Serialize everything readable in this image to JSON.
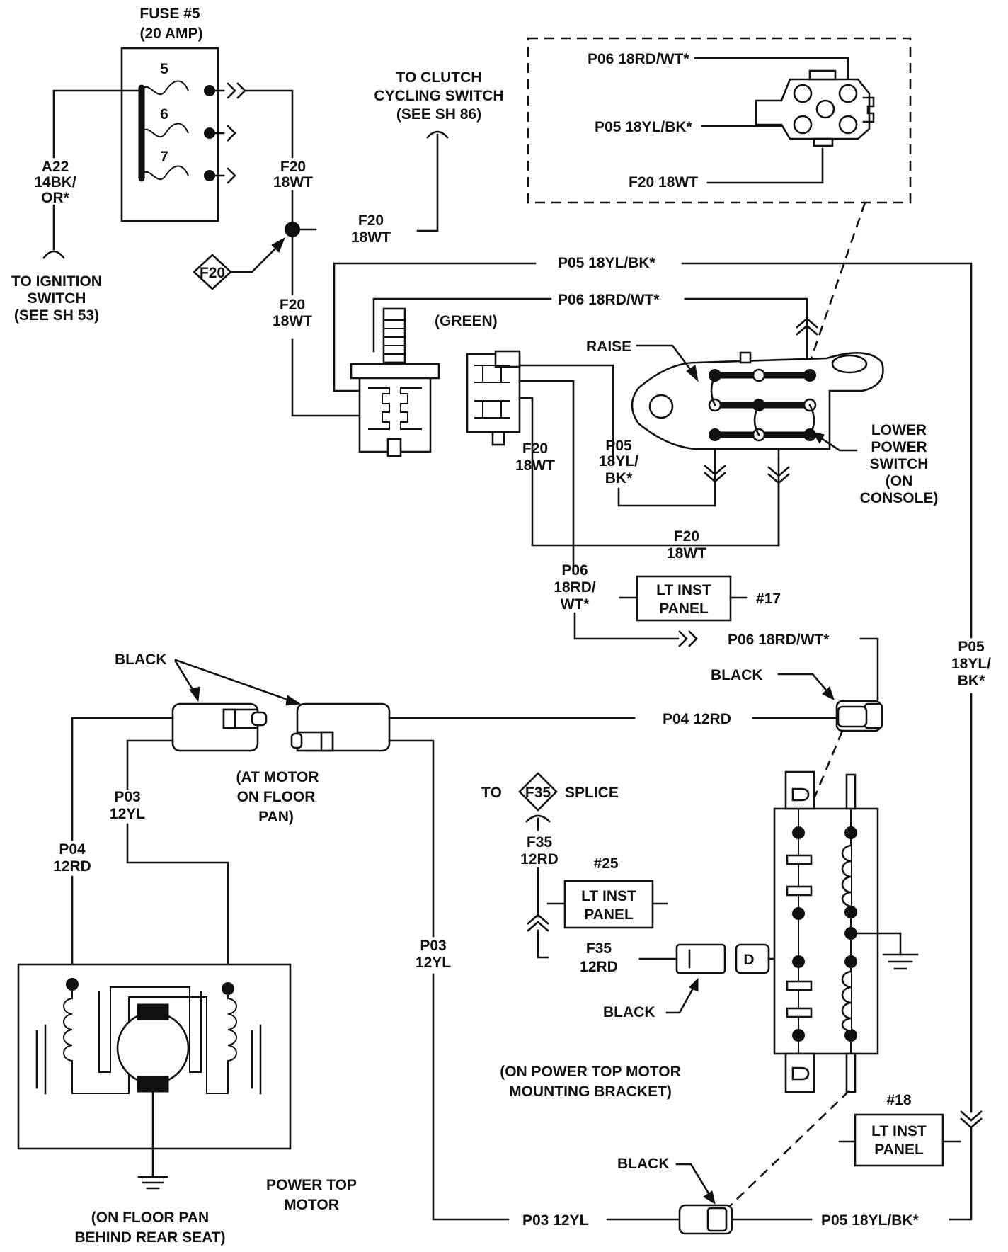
{
  "fuse": {
    "title": "FUSE #5",
    "rating": "(20 AMP)",
    "positions": [
      "5",
      "6",
      "7"
    ]
  },
  "ignition": {
    "wire": [
      "A22",
      "14BK/",
      "OR*"
    ],
    "dest": [
      "TO IGNITION",
      "SWITCH",
      "(SEE SH 53)"
    ]
  },
  "clutch": [
    "TO CLUTCH",
    "CYCLING SWITCH",
    "(SEE SH 86)"
  ],
  "splice_f20": "F20",
  "wires": {
    "f20_a": [
      "F20",
      "18WT"
    ],
    "f20_b": [
      "F20",
      "18WT"
    ],
    "f20_c": [
      "F20",
      "18WT"
    ],
    "f20_d": [
      "F20",
      "18WT"
    ],
    "f20_e": [
      "F20",
      "18WT"
    ],
    "f20_top": "F20 18WT",
    "p06_top": "P06 18RD/WT*",
    "p05_top": "P05 18YL/BK*",
    "p05_bus": "P05 18YL/BK*",
    "p06_bus": "P06 18RD/WT*",
    "p05_sw": [
      "P05",
      "18YL/",
      "BK*"
    ],
    "p06_mid": [
      "P06",
      "18RD/",
      "WT*"
    ],
    "p06_horiz": "P06 18RD/WT*",
    "p05_right": [
      "P05",
      "18YL/",
      "BK*"
    ],
    "p04_horiz": "P04 12RD",
    "p03_left": [
      "P03",
      "12YL"
    ],
    "p04_left": [
      "P04",
      "12RD"
    ],
    "p03_mid": [
      "P03",
      "12YL"
    ],
    "f35_a": [
      "F35",
      "12RD"
    ],
    "f35_b": [
      "F35",
      "12RD"
    ],
    "p03_bottom": "P03 12YL",
    "p05_bottom": "P05 18YL/BK*"
  },
  "labels": {
    "green": "(GREEN)",
    "raise": "RAISE",
    "lower_switch": [
      "LOWER",
      "POWER",
      "SWITCH",
      "(ON",
      "CONSOLE)"
    ],
    "black_1": "BLACK",
    "black_2": "BLACK",
    "black_3": "BLACK",
    "black_4": "BLACK",
    "at_motor": [
      "(AT MOTOR",
      "ON FLOOR",
      "PAN)"
    ],
    "to_splice": "TO",
    "splice_f35": "F35",
    "splice_word": "SPLICE",
    "relay_loc": [
      "(ON POWER TOP MOTOR",
      "MOUNTING BRACKET)"
    ],
    "motor_name": [
      "POWER TOP",
      "MOTOR"
    ],
    "motor_loc": [
      "(ON FLOOR PAN",
      "BEHIND REAR SEAT)"
    ],
    "relay_pin": "D",
    "relay_pin2": "I"
  },
  "refs": {
    "lt17": {
      "lines": [
        "LT INST",
        "PANEL"
      ],
      "num": "#17"
    },
    "lt25": {
      "lines": [
        "LT INST",
        "PANEL"
      ],
      "num": "#25"
    },
    "lt18": {
      "lines": [
        "LT INST",
        "PANEL"
      ],
      "num": "#18"
    }
  }
}
